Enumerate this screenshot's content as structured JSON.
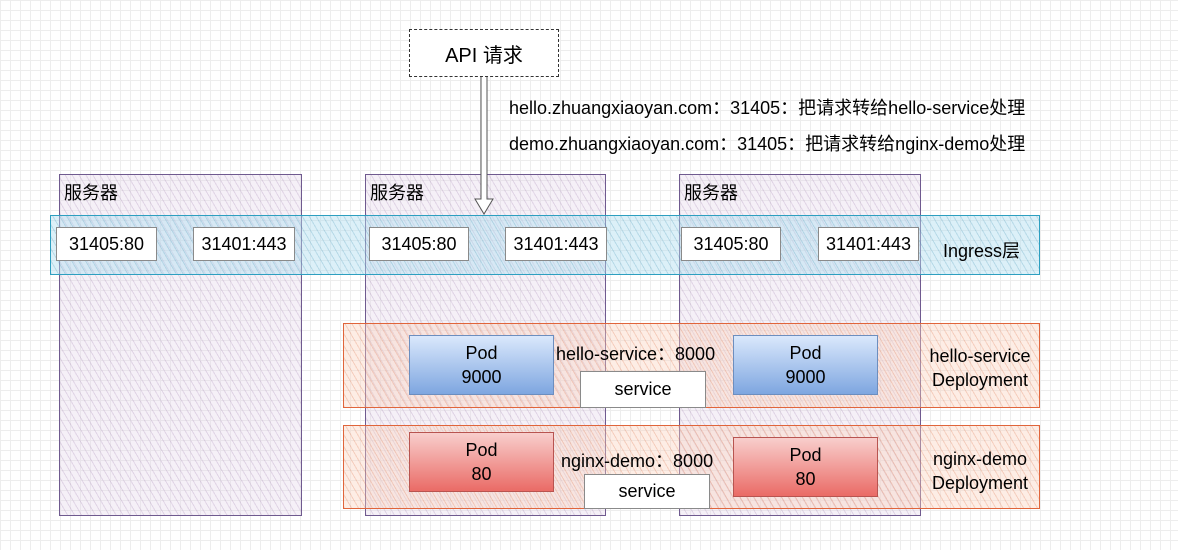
{
  "api_request": {
    "label": "API 请求"
  },
  "routing_notes": [
    "hello.zhuangxiaoyan.com：31405：把请求转给hello-service处理",
    "demo.zhuangxiaoyan.com：31405：把请求转给nginx-demo处理"
  ],
  "servers": [
    {
      "label": "服务器",
      "ports": [
        "31405:80",
        "31401:443"
      ]
    },
    {
      "label": "服务器",
      "ports": [
        "31405:80",
        "31401:443"
      ]
    },
    {
      "label": "服务器",
      "ports": [
        "31405:80",
        "31401:443"
      ]
    }
  ],
  "ingress_layer": {
    "label": "Ingress层"
  },
  "deployments": [
    {
      "name": "hello-service",
      "label": "hello-service\nDeployment",
      "service_port": "hello-service：8000",
      "service_label": "service",
      "pods": [
        {
          "title": "Pod",
          "port": "9000"
        },
        {
          "title": "Pod",
          "port": "9000"
        }
      ]
    },
    {
      "name": "nginx-demo",
      "label": "nginx-demo\nDeployment",
      "service_port": "nginx-demo：8000",
      "service_label": "service",
      "pods": [
        {
          "title": "Pod",
          "port": "80"
        },
        {
          "title": "Pod",
          "port": "80"
        }
      ]
    }
  ],
  "colors": {
    "server_border": "#6f5a8f",
    "ingress_border": "#2d9fc0",
    "deployment_border": "#e0653b",
    "pod_blue": "#7ea6e0",
    "pod_red": "#ea6b66"
  }
}
